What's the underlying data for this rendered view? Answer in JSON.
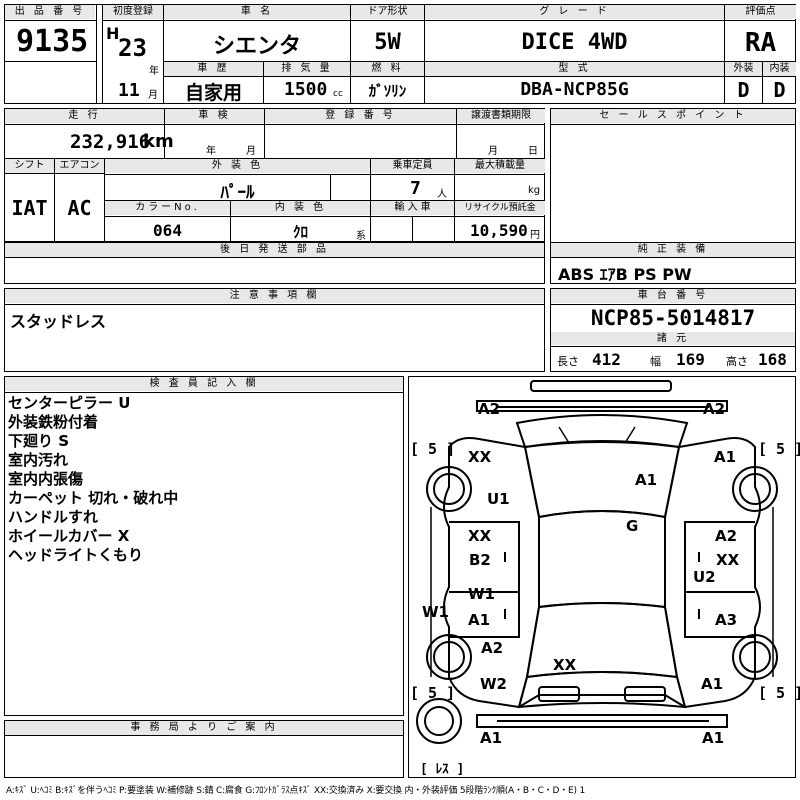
{
  "header": {
    "lot_label": "出 品 番 号",
    "lot_no": "9135",
    "first_reg_label": "初度登録",
    "era": "H",
    "year": "23",
    "year_unit": "年",
    "month": "11",
    "month_unit": "月",
    "car_name_label": "車 名",
    "car_name": "シエンタ",
    "door_label": "ドア形状",
    "door": "5W",
    "grade_label": "グ レ ー ド",
    "grade": "DICE 4WD",
    "eval_label": "評価点",
    "eval": "RA",
    "history_label": "車 歴",
    "history": "自家用",
    "displacement_label": "排 気 量",
    "displacement": "1500",
    "displacement_unit": "cc",
    "fuel_label": "燃 料",
    "fuel": "ｶﾞｿﾘﾝ",
    "model_label": "型 式",
    "model": "DBA-NCP85G",
    "exterior_label": "外装",
    "interior_label": "内装",
    "exterior": "D",
    "interior": "D"
  },
  "specs": {
    "mileage_label": "走 行",
    "mileage": "232,916",
    "mileage_unit": "km",
    "inspection_label": "車 検",
    "insp_year": "年",
    "insp_month": "月",
    "reg_no_label": "登 録 番 号",
    "transfer_label": "譲渡書類期限",
    "transfer_month": "月",
    "transfer_day": "日",
    "shift_label": "シフト",
    "shift": "IAT",
    "ac_label": "エアコン",
    "ac": "AC",
    "ext_color_label": "外 装 色",
    "ext_color": "ﾊﾟｰﾙ",
    "capacity_label": "乗車定員",
    "capacity": "7",
    "capacity_unit": "人",
    "load_label": "最大積載量",
    "load_unit": "kg",
    "color_no_label": "カラーNo.",
    "color_no": "064",
    "int_color_label": "内 装 色",
    "int_color": "ｸﾛ",
    "int_color_unit": "系",
    "import_label": "輸 入 車",
    "recycle_label": "リサイクル預託金",
    "recycle": "10,590",
    "recycle_unit": "円",
    "later_parts_label": "後 日 発 送 部 品"
  },
  "sales": {
    "label": "セ ー ル ス ポ イ ン ト",
    "genuine_label": "純 正 装 備",
    "genuine": "ABS ｴｱB PS PW",
    "chassis_label": "車 台 番 号",
    "chassis": "NCP85-5014817",
    "dims_label": "諸 元",
    "length_label": "長さ",
    "length": "412",
    "width_label": "幅",
    "width": "169",
    "height_label": "高さ",
    "height": "168"
  },
  "notes": {
    "label": "注 意 事 項 欄",
    "text": "スタッドレス"
  },
  "inspector": {
    "label": "検 査 員 記 入 欄",
    "lines": [
      "センターピラー U",
      "外装鉄粉付着",
      "下廻り S",
      "室内汚れ",
      "室内内張傷",
      "カーペット 切れ・破れ中",
      "ハンドルすれ",
      "ホイールカバー X",
      "ヘッドライトくもり"
    ]
  },
  "office": {
    "label": "事 務 局 よ り ご 案 内"
  },
  "diagram": {
    "tire_front_left": "[ 5 ]",
    "tire_front_right": "[ 5 ]",
    "tire_rear_left": "[ 5 ]",
    "tire_rear_right": "[ 5 ]",
    "spare": "[ ﾚｽ ]",
    "marks": {
      "a2_tl": "A2",
      "a2_tr": "A2",
      "xx_fl": "XX",
      "a1_fr": "A1",
      "u1": "U1",
      "a1_hood": "A1",
      "g": "G",
      "xx_ld": "XX",
      "b2": "B2",
      "a2_rd": "A2",
      "xx_rd": "XX",
      "u2": "U2",
      "w1_l": "W1",
      "w1_side": "W1",
      "a1_ld": "A1",
      "a3": "A3",
      "a2_lr": "A2",
      "xx_roof": "XX",
      "w2": "W2",
      "a1_rr": "A1",
      "a1_bl": "A1",
      "a1_br": "A1"
    }
  },
  "legend": "A:ｷｽﾞ U:ﾍｺﾐ B:ｷｽﾞを伴うﾍｺﾐ P:要塗装 W:補修跡 S:錆 C:腐食 G:ﾌﾛﾝﾄｶﾞﾗｽ点ｷｽﾞ XX:交換済み X:要交換 内・外装評価 5段階ﾗﾝｸ順(A・B・C・D・E) 1"
}
